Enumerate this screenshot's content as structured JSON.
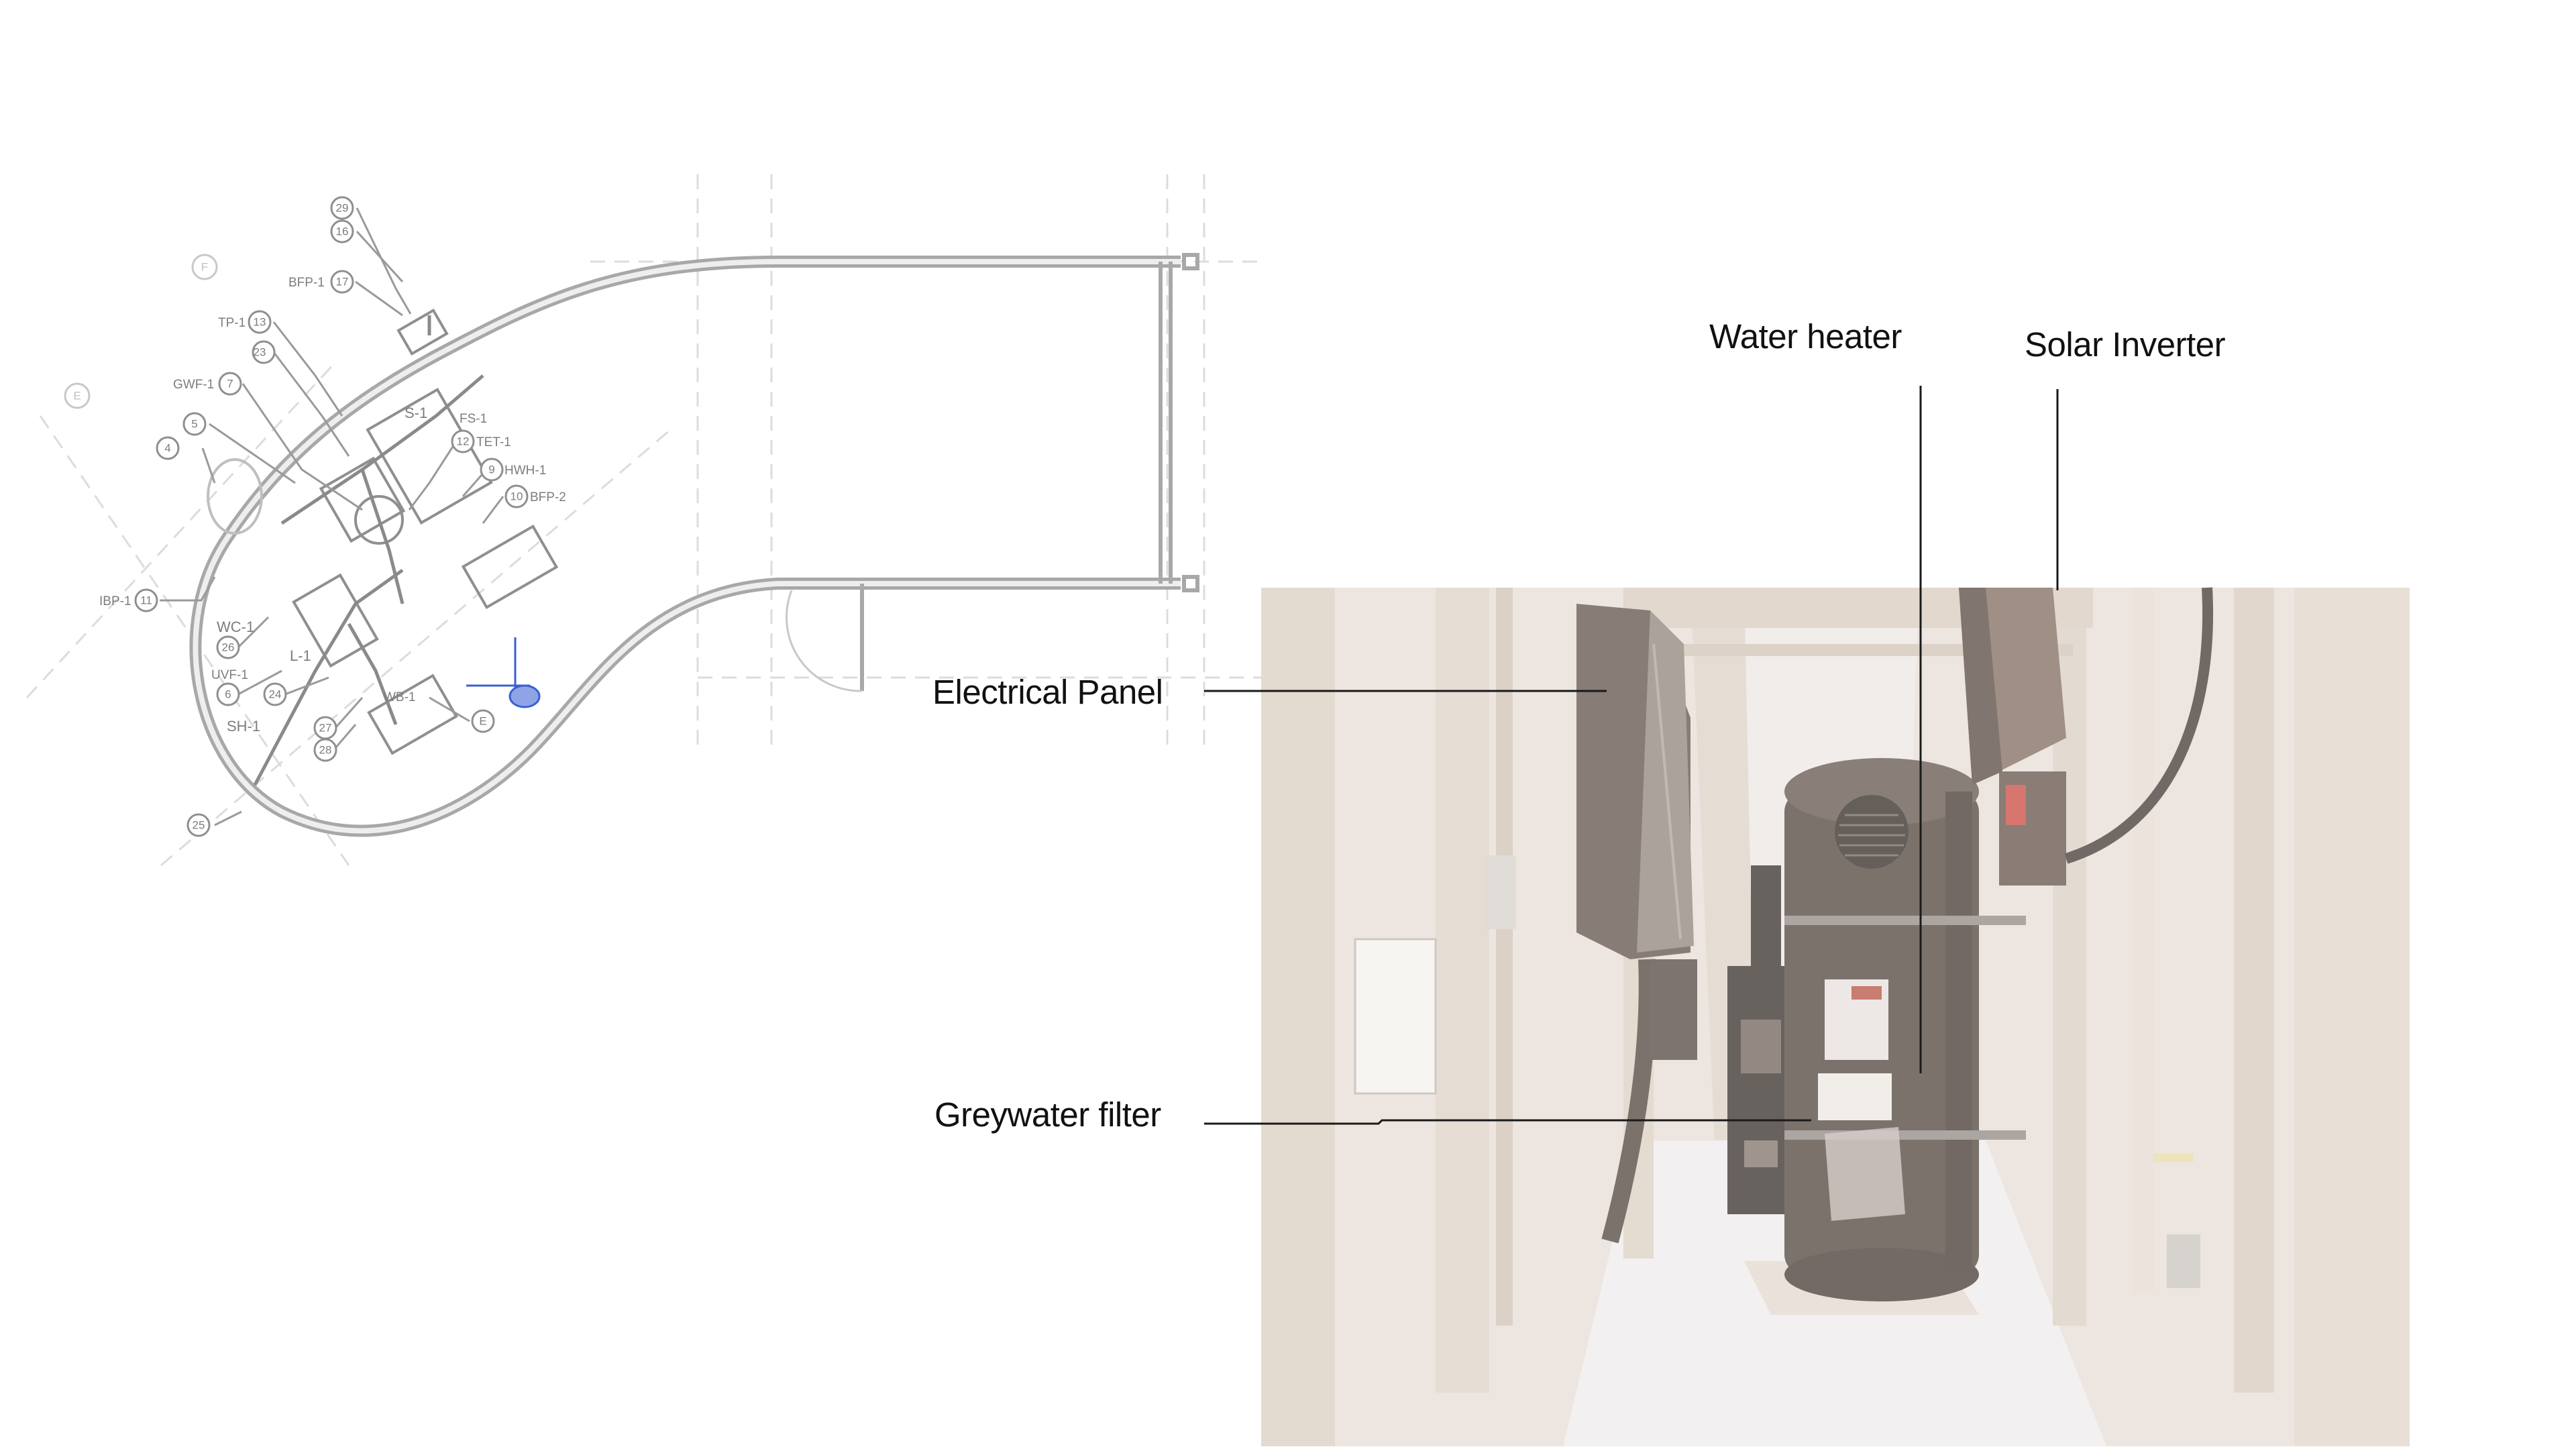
{
  "callouts": {
    "water_heater": "Water heater",
    "solar_inverter": "Solar Inverter",
    "electrical_panel": "Electrical Panel",
    "greywater_filter": "Greywater filter"
  },
  "plan_tags": {
    "bfp1": "BFP-1",
    "tp1": "TP-1",
    "gwf1": "GWF-1",
    "s1": "S-1",
    "fs1": "FS-1",
    "tet1": "TET-1",
    "hwh1": "HWH-1",
    "bfp2": "BFP-2",
    "ibp1": "IBP-1",
    "wc1": "WC-1",
    "uvf1": "UVF-1",
    "l1": "L-1",
    "sh1": "SH-1",
    "wb1": "WB-1"
  },
  "plan_bubbles": {
    "b29": "29",
    "b16": "16",
    "b17": "17",
    "b13": "13",
    "b23": "23",
    "b7": "7",
    "b5": "5",
    "b4": "4",
    "b12": "12",
    "b9": "9",
    "b10": "10",
    "b11": "11",
    "b26": "26",
    "b6": "6",
    "b24": "24",
    "b27": "27",
    "b28": "28",
    "b25": "25",
    "bE": "E",
    "gridF": "F",
    "gridE": "E"
  },
  "colors": {
    "plan_line": "#9a9a9a",
    "plan_light": "#d6d6d6",
    "wood_tint": "#d6c9bd",
    "tank": "#4a3c34",
    "marker_blue": "#3a5fd1",
    "callout_line": "#1a1a1a"
  }
}
